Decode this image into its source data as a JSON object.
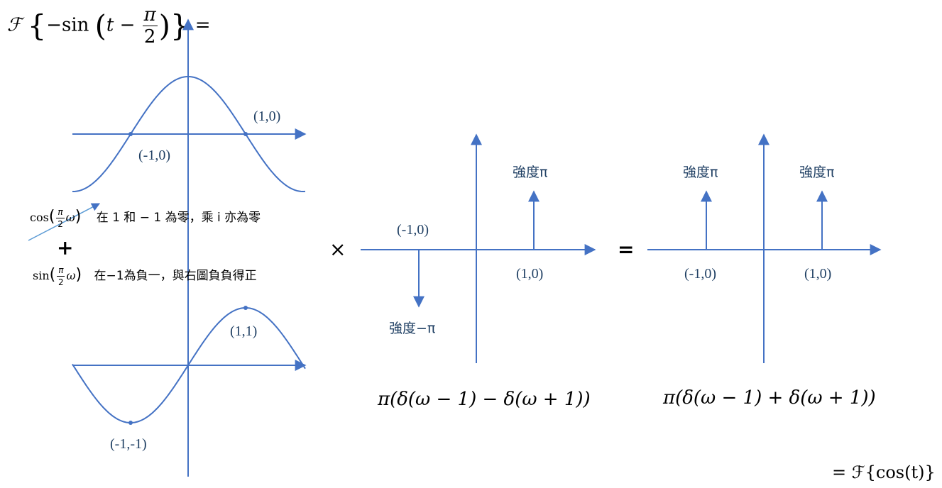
{
  "title": {
    "prefix": "ℱ",
    "open": "{",
    "minus_sin": "−sin",
    "paren_open": "(",
    "t_minus": "t −",
    "frac_num": "π",
    "frac_den": "2",
    "paren_close": ")",
    "close": "}",
    "eq": "="
  },
  "cos_panel": {
    "labels": {
      "right_zero": "(1,0)",
      "left_zero": "(-1,0)"
    }
  },
  "sin_panel": {
    "labels": {
      "max_point": "(1,1)",
      "min_point": "(-1,-1)"
    }
  },
  "notes": {
    "cos_fn": "cos",
    "cos_frac_num": "π",
    "cos_frac_den": "2",
    "cos_var": "ω",
    "cos_text": "在 1 和 − 1  為零，乘 i 亦為零",
    "plus": "+",
    "sin_fn": "sin",
    "sin_frac_num": "π",
    "sin_frac_den": "2",
    "sin_var": "ω",
    "sin_text": "在−1為負一，與右圖負負得正"
  },
  "operators": {
    "times": "×",
    "equals": "="
  },
  "middle_panel": {
    "labels": {
      "up_strength": "強度π",
      "down_strength": "強度−π",
      "left_point": "(-1,0)",
      "right_point": "(1,0)"
    },
    "formula": "π(δ(ω − 1) − δ(ω + 1))"
  },
  "right_panel": {
    "labels": {
      "left_strength": "強度π",
      "right_strength": "強度π",
      "left_point": "(-1,0)",
      "right_point": "(1,0)"
    },
    "formula": "π(δ(ω − 1) + δ(ω + 1))"
  },
  "result": "= ℱ{cos(t)}",
  "colors": {
    "axis": "#4472c4",
    "curve": "#4472c4",
    "label": "#1f3f63",
    "text": "#000000"
  }
}
